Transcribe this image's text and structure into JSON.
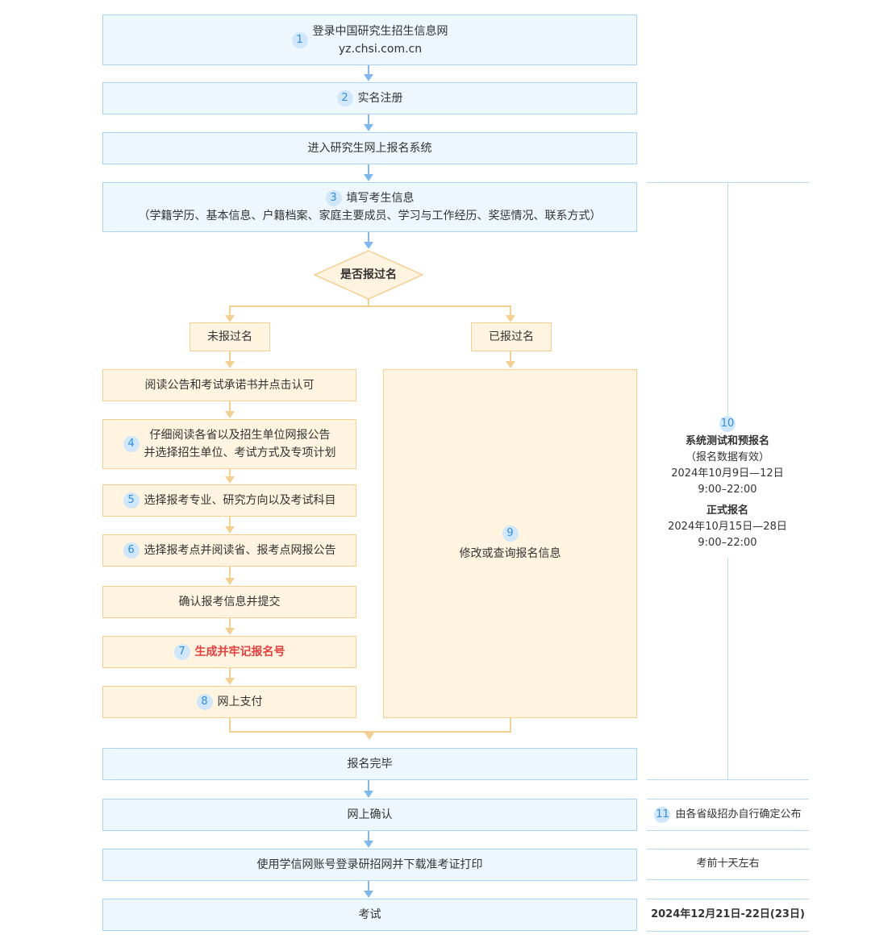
{
  "steps": {
    "s1": {
      "num": "1",
      "title": "登录中国研究生招生信息网",
      "url": "yz.chsi.com.cn"
    },
    "s2": {
      "num": "2",
      "title": "实名注册"
    },
    "enter": "进入研究生网上报名系统",
    "s3": {
      "num": "3",
      "title": "填写考生信息",
      "detail": "（学籍学历、基本信息、户籍档案、家庭主要成员、学习与工作经历、奖惩情况、联系方式）"
    },
    "decision": "是否报过名",
    "no_branch": "未报过名",
    "yes_branch": "已报过名",
    "read_notice": "阅读公告和考试承诺书并点击认可",
    "s4": {
      "num": "4",
      "line1": "仔细阅读各省以及招生单位网报公告",
      "line2": "并选择招生单位、考试方式及专项计划"
    },
    "s5": {
      "num": "5",
      "title": "选择报考专业、研究方向以及考试科目"
    },
    "s6": {
      "num": "6",
      "title": "选择报考点并阅读省、报考点网报公告"
    },
    "confirm": "确认报考信息并提交",
    "s7": {
      "num": "7",
      "title": "生成并牢记报名号"
    },
    "s8": {
      "num": "8",
      "title": "网上支付"
    },
    "s9": {
      "num": "9",
      "title": "修改或查询报名信息"
    },
    "done": "报名完毕",
    "online_confirm": "网上确认",
    "print": "使用学信网账号登录研招网并下载准考证打印",
    "exam": "考试"
  },
  "side": {
    "s10": {
      "num": "10",
      "pre_title": "系统测试和预报名",
      "pre_note": "（报名数据有效）",
      "pre_date": "2024年10月9日—12日",
      "pre_time": "9:00–22:00",
      "formal_title": "正式报名",
      "formal_date": "2024年10月15日—28日",
      "formal_time": "9:00–22:00"
    },
    "s11": {
      "num": "11",
      "text": "由各省级招办自行确定公布"
    },
    "print_time": "考前十天左右",
    "exam_date": "2024年12月21日-22日(23日)"
  },
  "colors": {
    "blue_fill": "#eef7fd",
    "blue_border": "#a9d3f1",
    "yellow_fill": "#fff4df",
    "yellow_border": "#f4cf8f",
    "accent_red": "#e83d3d",
    "arrow_blue": "#7fb8ec"
  }
}
